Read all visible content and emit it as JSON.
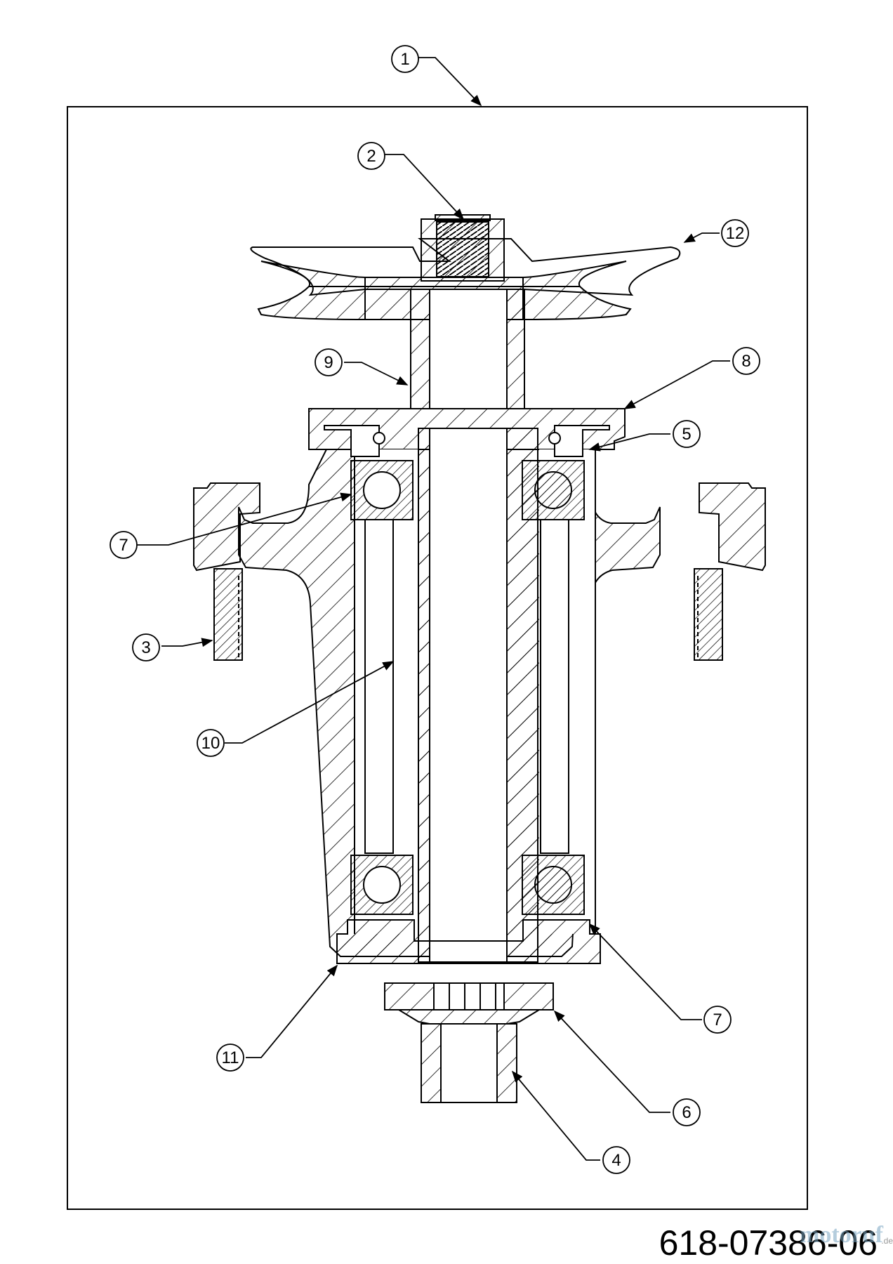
{
  "drawing": {
    "part_number": "618-07386-06",
    "watermark": "motoruf",
    "watermark_suffix": ".de"
  },
  "callouts": [
    {
      "id": "1",
      "label": "1"
    },
    {
      "id": "2",
      "label": "2"
    },
    {
      "id": "3",
      "label": "3"
    },
    {
      "id": "4",
      "label": "4"
    },
    {
      "id": "5",
      "label": "5"
    },
    {
      "id": "6",
      "label": "6"
    },
    {
      "id": "7a",
      "label": "7"
    },
    {
      "id": "7b",
      "label": "7"
    },
    {
      "id": "8",
      "label": "8"
    },
    {
      "id": "9",
      "label": "9"
    },
    {
      "id": "10",
      "label": "10"
    },
    {
      "id": "11",
      "label": "11"
    },
    {
      "id": "12",
      "label": "12"
    }
  ],
  "colors": {
    "line": "#000000",
    "background": "#ffffff",
    "watermark": "#7aa6c2"
  }
}
